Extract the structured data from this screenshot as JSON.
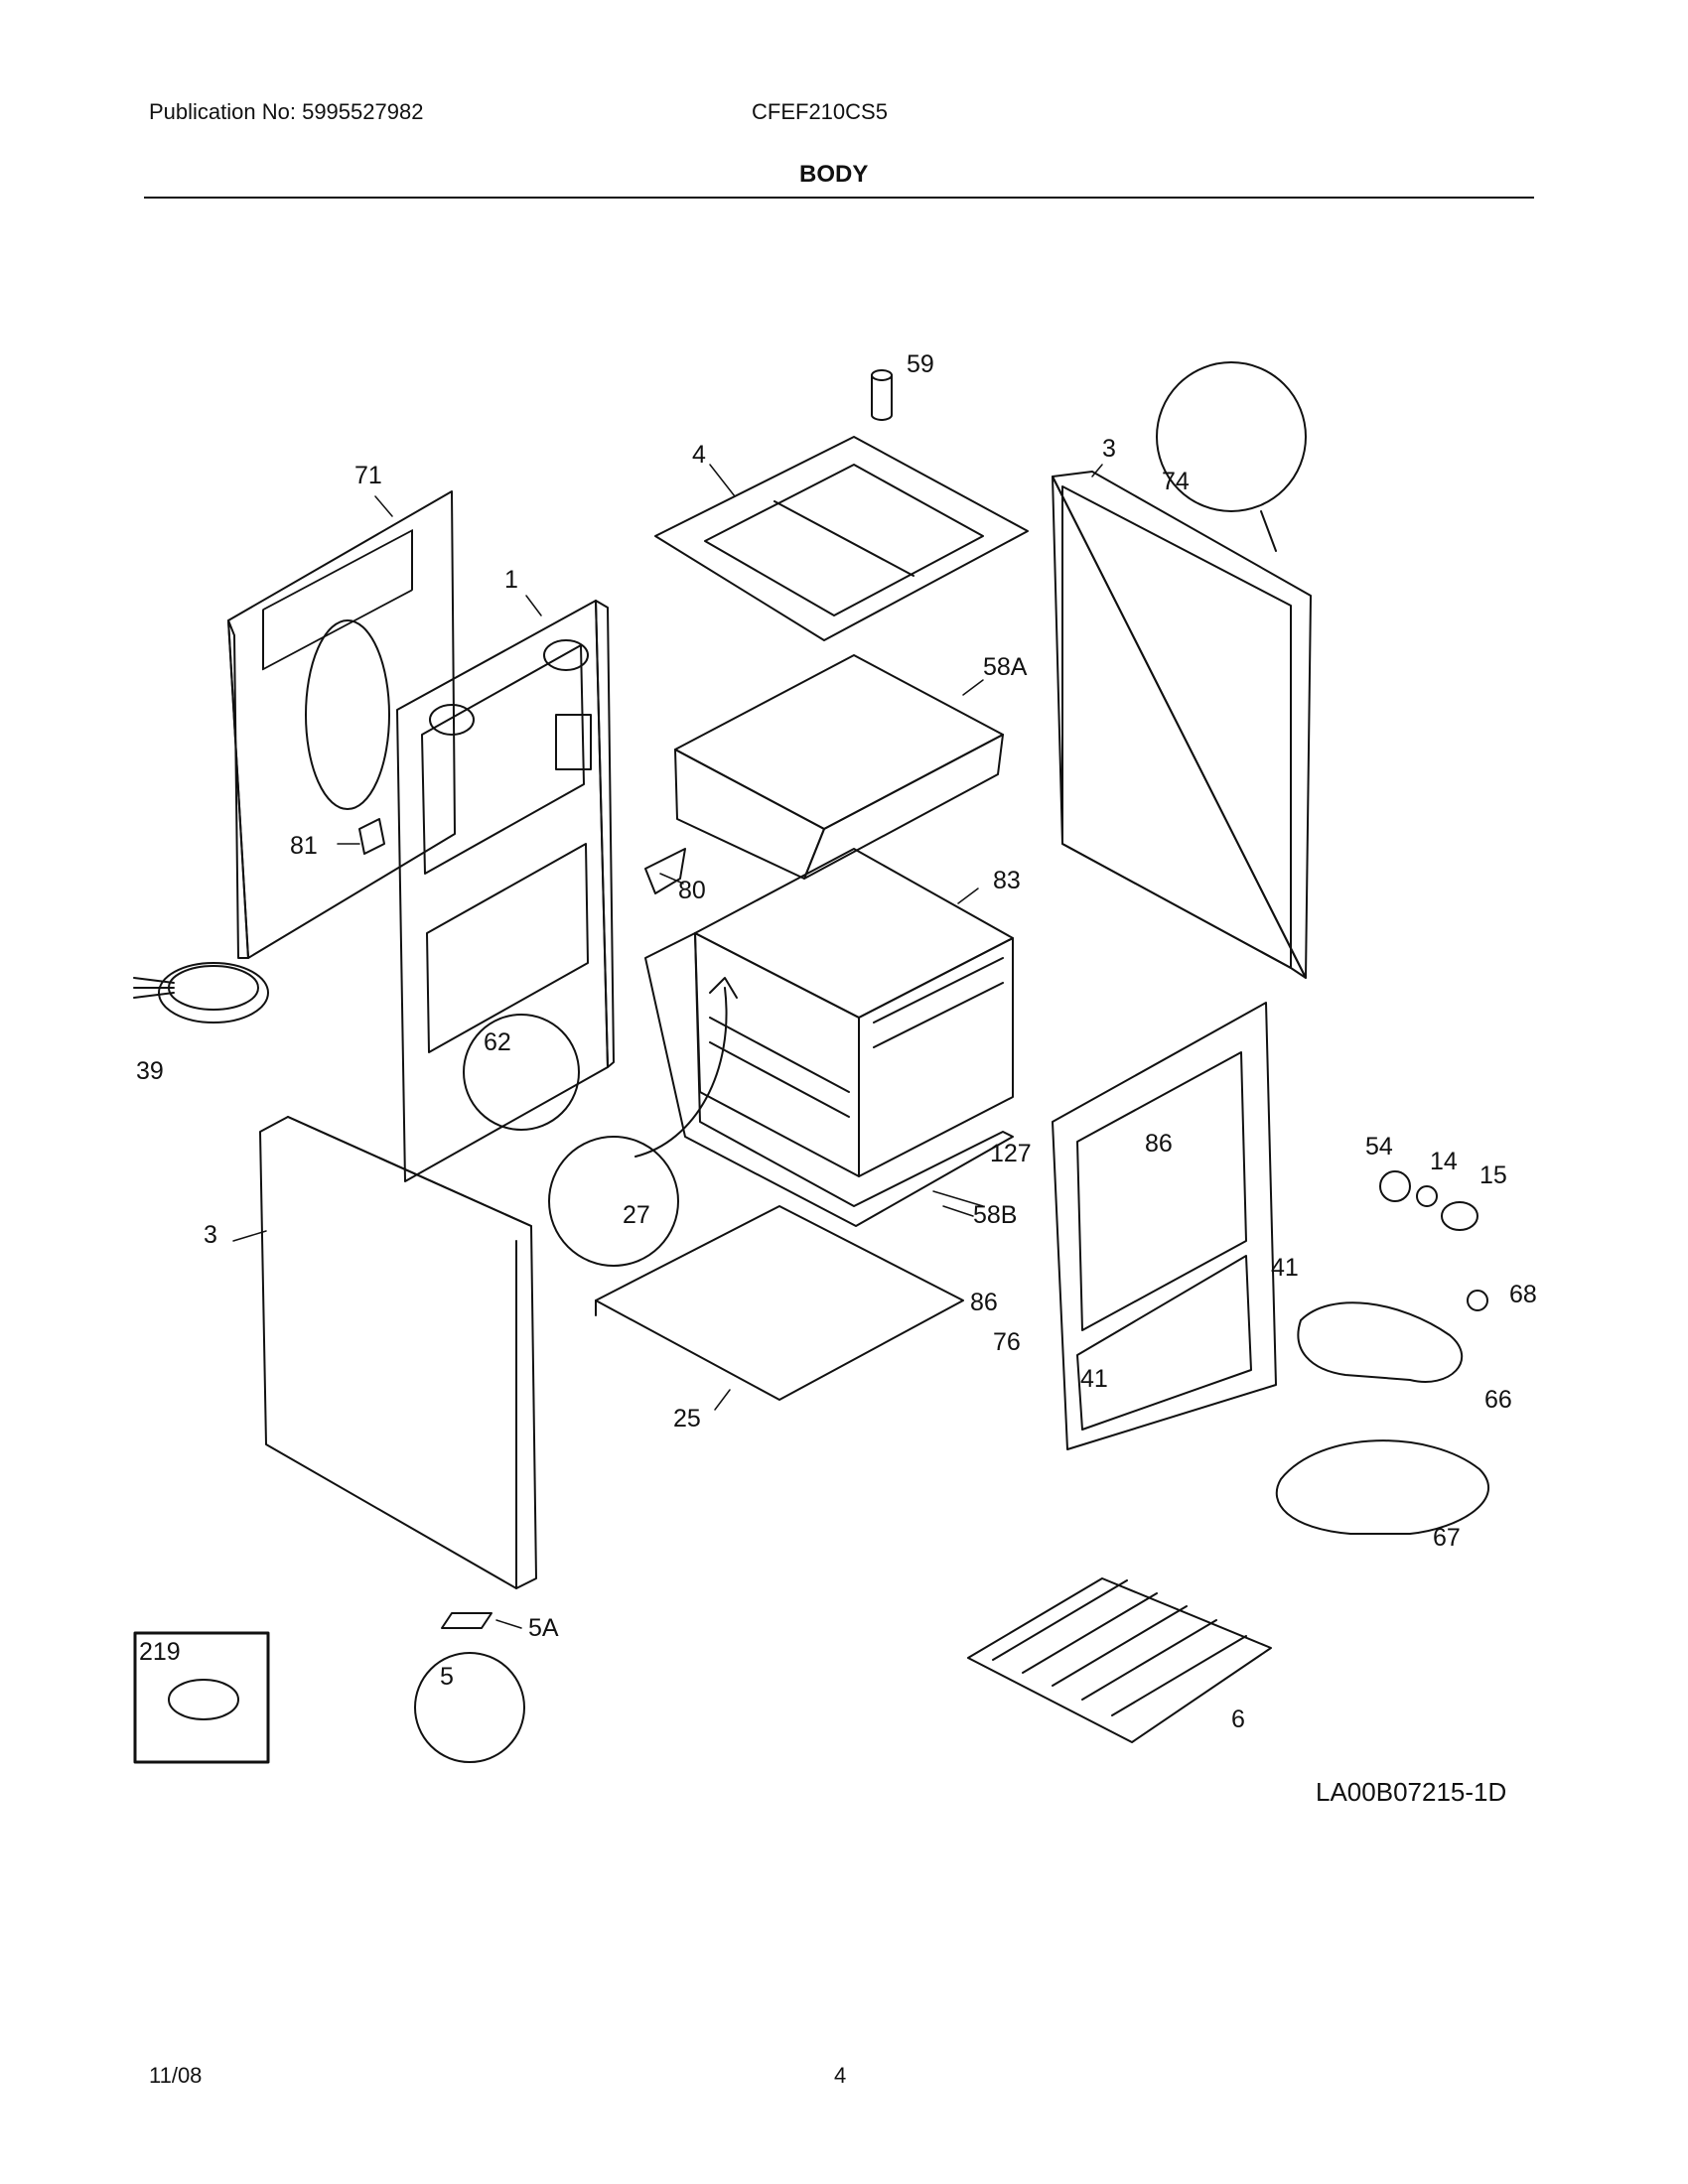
{
  "header": {
    "publication": "Publication No: 5995527982",
    "model": "CFEF210CS5",
    "section": "BODY"
  },
  "diagram": {
    "code": "LA00B07215-1D",
    "callouts": {
      "p1": "1",
      "p3a": "3",
      "p3b": "3",
      "p4": "4",
      "p5": "5",
      "p5a": "5A",
      "p6": "6",
      "p14": "14",
      "p15": "15",
      "p25": "25",
      "p27": "27",
      "p39": "39",
      "p41a": "41",
      "p41b": "41",
      "p54": "54",
      "p58a": "58A",
      "p58b": "58B",
      "p59": "59",
      "p62": "62",
      "p66": "66",
      "p67": "67",
      "p68": "68",
      "p71": "71",
      "p74": "74",
      "p76": "76",
      "p80": "80",
      "p81": "81",
      "p83": "83",
      "p86a": "86",
      "p86b": "86",
      "p127": "127",
      "p219": "219"
    }
  },
  "footer": {
    "date": "11/08",
    "page": "4"
  }
}
